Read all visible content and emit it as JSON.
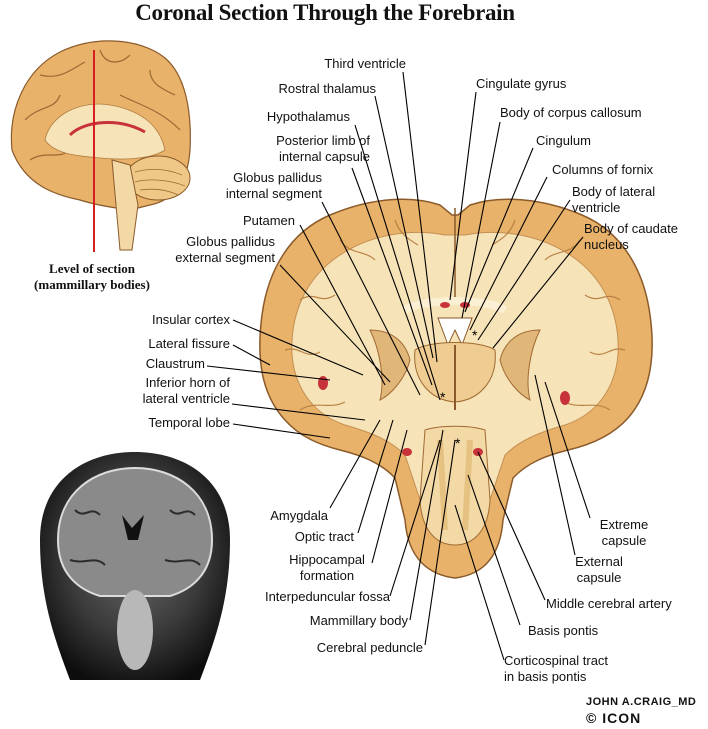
{
  "title": "Coronal Section Through the Forebrain",
  "inset_caption": [
    "Level of section",
    "(mammillary bodies)"
  ],
  "labels": {
    "third_ventricle": "Third ventricle",
    "rostral_thalamus": "Rostral thalamus",
    "hypothalamus": "Hypothalamus",
    "posterior_limb": [
      "Posterior limb of",
      "internal capsule"
    ],
    "gp_internal": [
      "Globus pallidus",
      "internal segment"
    ],
    "putamen": "Putamen",
    "gp_external": [
      "Globus pallidus",
      "external segment"
    ],
    "insular_cortex": "Insular cortex",
    "lateral_fissure": "Lateral fissure",
    "claustrum": "Claustrum",
    "inferior_horn": [
      "Inferior horn of",
      "lateral ventricle"
    ],
    "temporal_lobe": "Temporal lobe",
    "cingulate_gyrus": "Cingulate gyrus",
    "body_corpus_callosum": "Body of corpus callosum",
    "cingulum": "Cingulum",
    "columns_fornix": "Columns of fornix",
    "body_lateral_ventricle": [
      "Body of lateral",
      "ventricle"
    ],
    "body_caudate": [
      "Body of caudate",
      "nucleus"
    ],
    "amygdala": "Amygdala",
    "optic_tract": "Optic tract",
    "hippocampal_formation": [
      "Hippocampal",
      "formation"
    ],
    "interpeduncular_fossa": "Interpeduncular fossa",
    "mammillary_body": "Mammillary body",
    "cerebral_peduncle": "Cerebral peduncle",
    "extreme_capsule": [
      "Extreme",
      "capsule"
    ],
    "external_capsule": [
      "External",
      "capsule"
    ],
    "middle_cerebral_artery": "Middle cerebral artery",
    "basis_pontis": "Basis pontis",
    "corticospinal_tract": [
      "Corticospinal tract",
      "in basis pontis"
    ]
  },
  "signature": [
    "JOHN A.CRAIG_MD",
    "© ICON"
  ],
  "colors": {
    "cortex": "#e8b26a",
    "white_matter": "#f7e3b8",
    "outline": "#8a5a2a",
    "artery": "#c8323a",
    "section_line": "#d81f1f",
    "mri_dark": "#1a1a1a"
  }
}
